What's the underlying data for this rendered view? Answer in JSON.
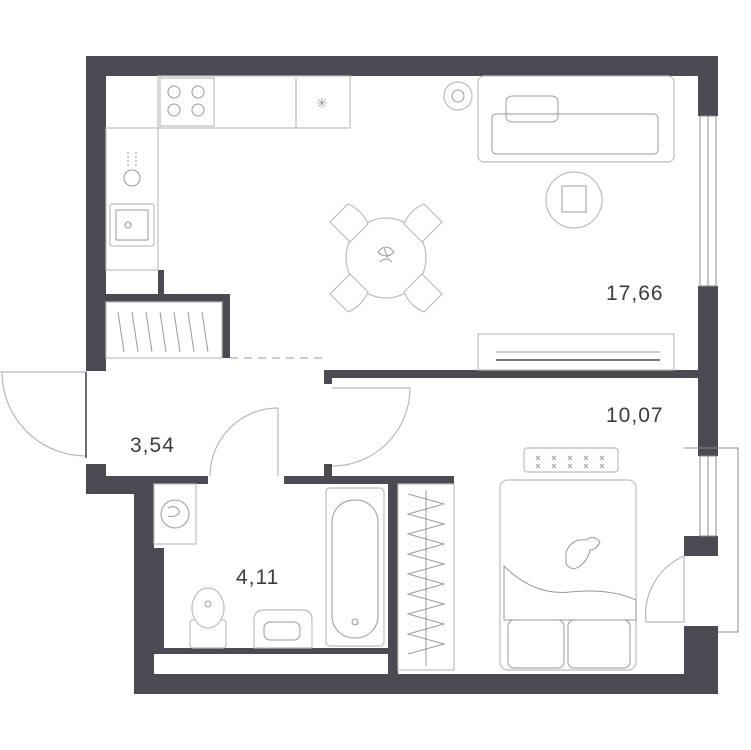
{
  "rooms": {
    "living_kitchen": {
      "area": "17,66"
    },
    "bedroom": {
      "area": "10,07"
    },
    "hallway": {
      "area": "3,54"
    },
    "bathroom": {
      "area": "4,11"
    }
  },
  "colors": {
    "wall": "#4a4a52",
    "furniture_line": "#b9b9b9",
    "label": "#3c3c44"
  },
  "icons": [
    "stove-icon",
    "fridge-icon",
    "sink-icon",
    "dining-table-icon",
    "sofa-icon",
    "bed-icon",
    "bathtub-icon",
    "toilet-icon",
    "washing-machine-icon",
    "wardrobe-icon",
    "tv-stand-icon",
    "plant-icon",
    "dog-icon"
  ]
}
